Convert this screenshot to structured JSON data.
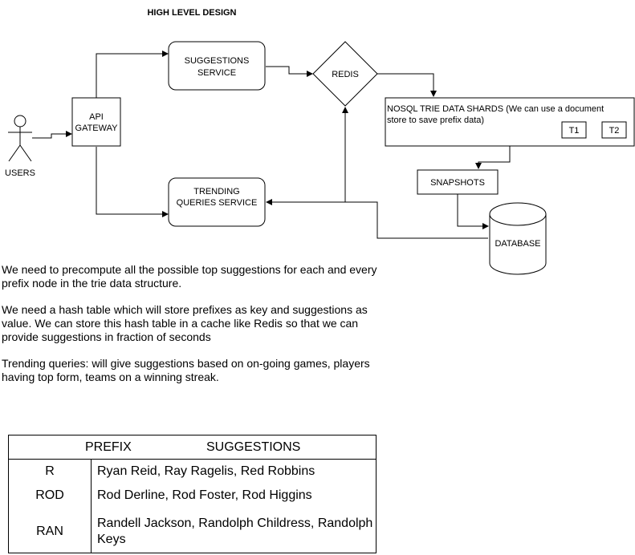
{
  "title": "HIGH LEVEL DESIGN",
  "nodes": {
    "users": "USERS",
    "api_gateway": [
      "API",
      "GATEWAY"
    ],
    "suggestions_service": [
      "SUGGESTIONS",
      "SERVICE"
    ],
    "redis": "REDIS",
    "trie_shards": [
      "NOSQL TRIE DATA SHARDS (We can use a document",
      "store to save prefix data)"
    ],
    "t1": "T1",
    "t2": "T2",
    "snapshots": "SNAPSHOTS",
    "trending_service": [
      "TRENDING",
      "QUERIES SERVICE"
    ],
    "database": "DATABASE"
  },
  "notes": [
    "We need to precompute all the possible top suggestions for each and every prefix node in the trie data structure.",
    "We need a hash table which will store prefixes as key and suggestions as value. We can store this hash table in a cache like Redis so that we can provide suggestions in fraction of seconds",
    "Trending queries: will give suggestions based on on-going games, players having top form, teams on a winning streak."
  ],
  "table": {
    "headers": [
      "PREFIX",
      "SUGGESTIONS"
    ],
    "rows": [
      {
        "prefix": "R",
        "suggestions": "Ryan Reid, Ray Ragelis, Red Robbins"
      },
      {
        "prefix": "ROD",
        "suggestions": "Rod Derline, Rod Foster, Rod Higgins"
      },
      {
        "prefix": "RAN",
        "suggestions": "Randell Jackson, Randolph Childress, Randolph Keys"
      }
    ]
  }
}
